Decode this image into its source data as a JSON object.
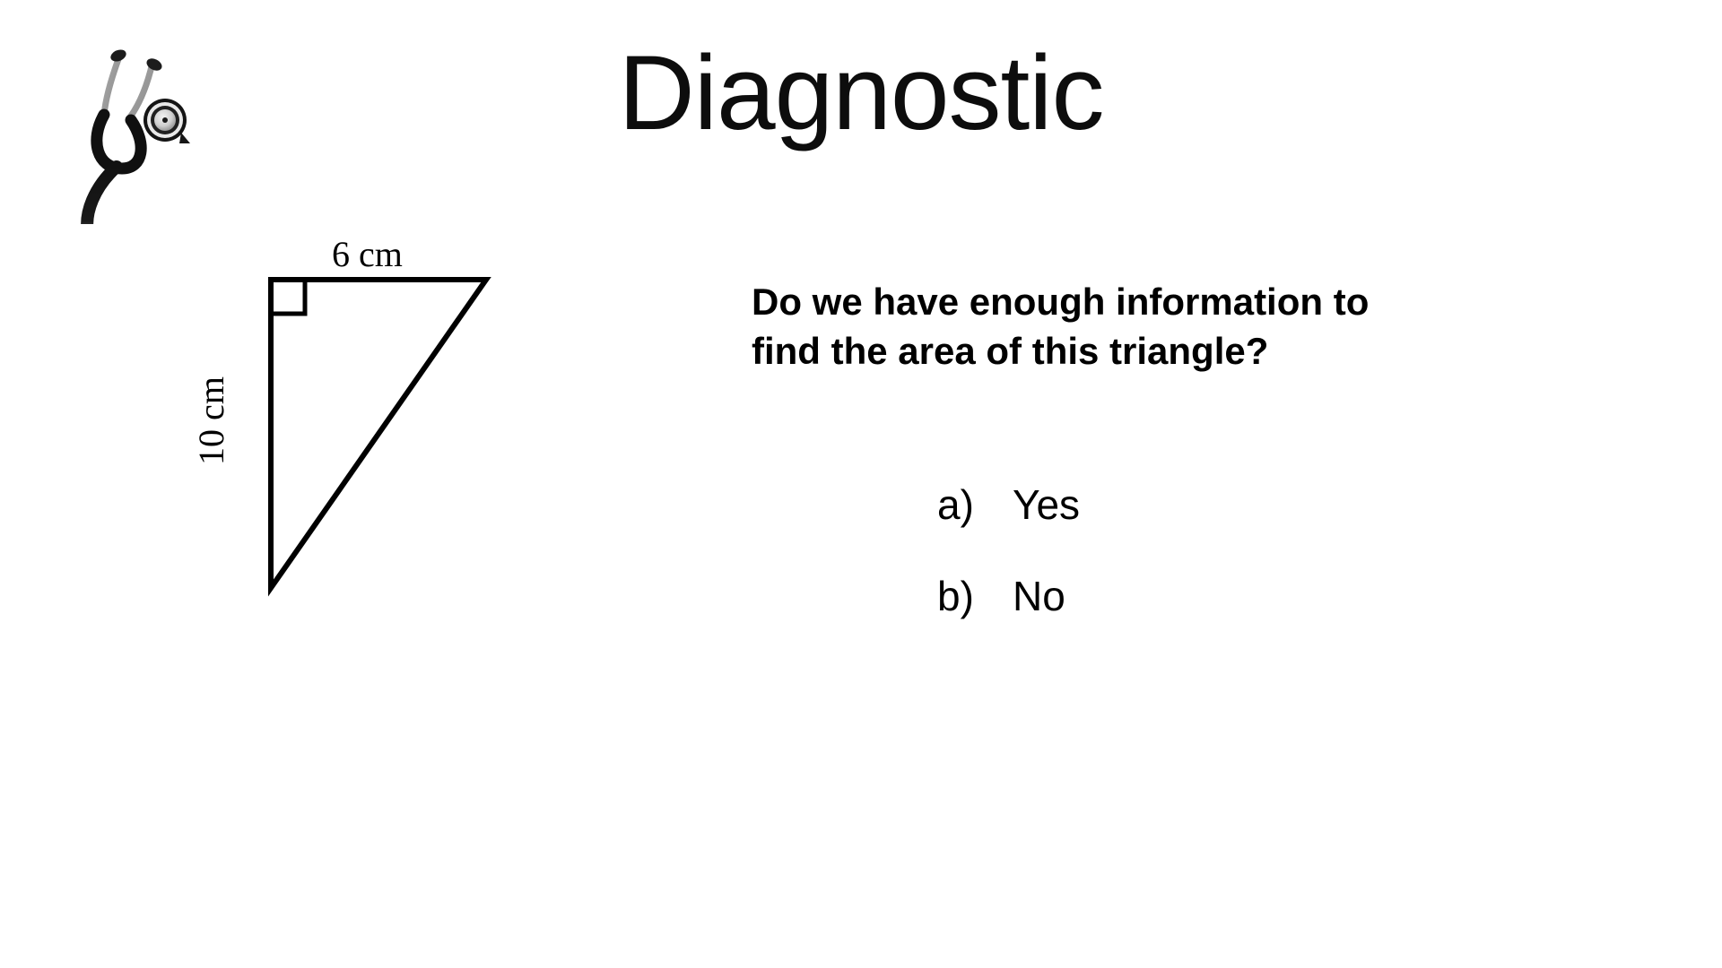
{
  "slide": {
    "background_color": "#ffffff",
    "title": "Diagnostic",
    "logo_name": "stethoscope-illustration"
  },
  "figure": {
    "shape": "right-triangle",
    "top_label": "6 cm",
    "left_label": "10 cm",
    "right_angle_marker": "right-angle-square",
    "stroke_color": "#000000"
  },
  "question": {
    "line1": "Do we have enough information to",
    "line2": "find the area of this triangle?",
    "full_text": "Do we have enough information to find the area of this triangle?"
  },
  "options": [
    {
      "marker": "a)",
      "label": "Yes"
    },
    {
      "marker": "b)",
      "label": "No"
    }
  ]
}
